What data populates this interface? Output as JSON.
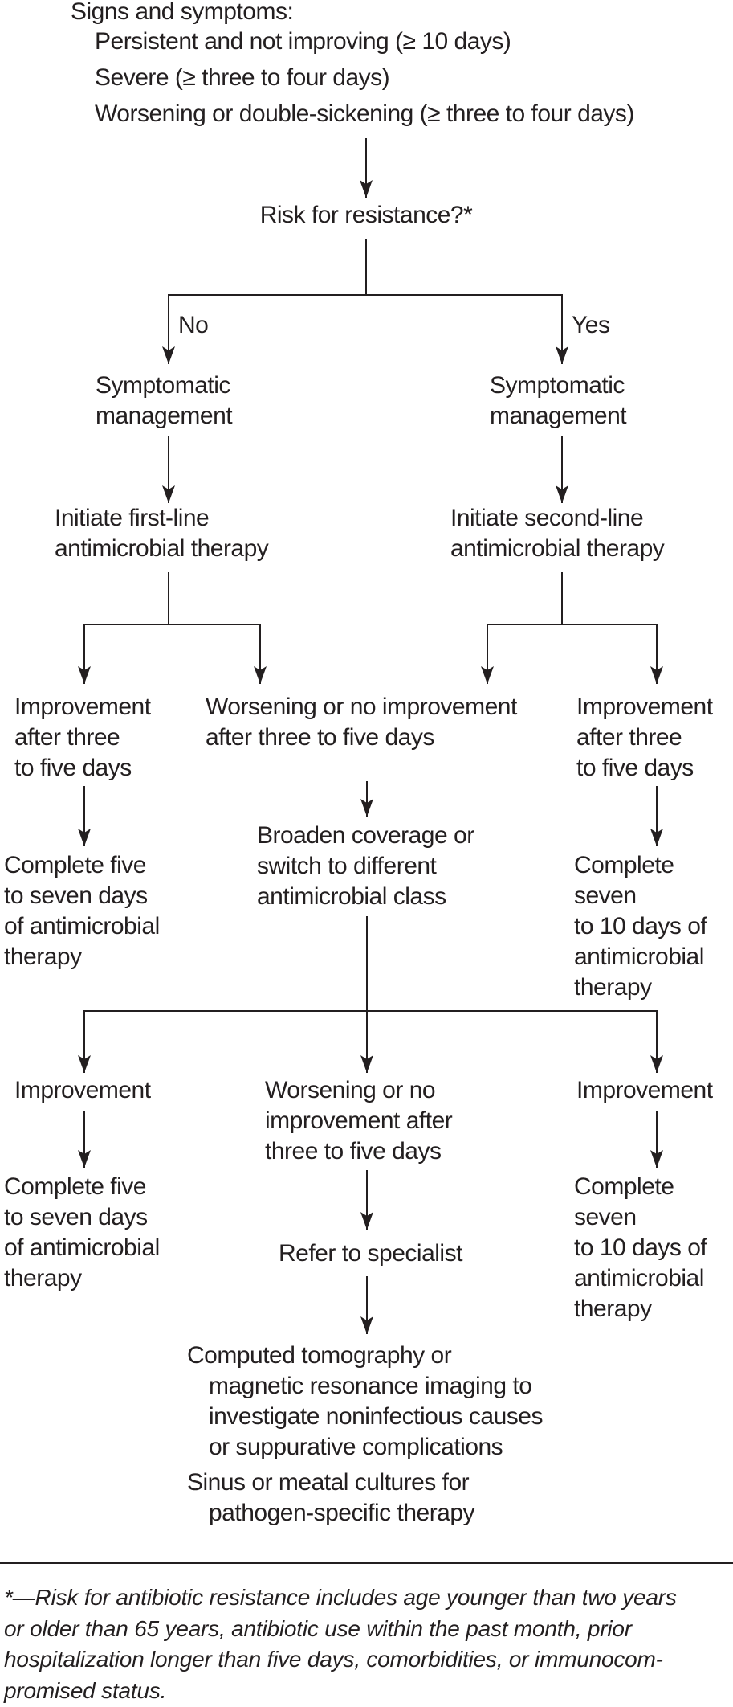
{
  "figure": {
    "background": "#ffffff",
    "text_color": "#231f20",
    "line_color": "#231f20"
  },
  "intro": {
    "title": "Signs and symptoms:",
    "items": [
      "Persistent and not improving (≥ 10 days)",
      "Severe (≥ three to four days)",
      "Worsening or double-sickening (≥ three to four days)"
    ]
  },
  "decision": {
    "question": "Risk for resistance?*",
    "branch_no": "No",
    "branch_yes": "Yes"
  },
  "nodes": {
    "symptomatic_left": "Symptomatic\nmanagement",
    "symptomatic_right": "Symptomatic\nmanagement",
    "initiate_first": "Initiate first-line\nantimicrobial therapy",
    "initiate_second": "Initiate second-line\nantimicrobial therapy",
    "improvement_left_1": "Improvement\nafter three\nto five days",
    "worsening_1": "Worsening or no improvement\nafter three to five days",
    "improvement_right_1": "Improvement\nafter three\nto five days",
    "complete_five_1": "Complete five\nto seven days\nof antimicrobial\ntherapy",
    "broaden": "Broaden coverage or\nswitch to different\nantimicrobial class",
    "complete_seven_1": "Complete seven\nto 10 days of\nantimicrobial\ntherapy",
    "improvement_left_2": "Improvement",
    "worsening_2": "Worsening or no\nimprovement after\nthree to five days",
    "improvement_right_2": "Improvement",
    "complete_five_2": "Complete five\nto seven days\nof antimicrobial\ntherapy",
    "refer": "Refer to specialist",
    "complete_seven_2": "Complete seven\nto 10 days of\nantimicrobial\ntherapy",
    "imaging": "Computed tomography or\nmagnetic resonance imaging to\ninvestigate noninfectious causes\nor suppurative complications",
    "cultures": "Sinus or meatal cultures for\npathogen-specific therapy"
  },
  "footnote": "*—Risk for antibiotic resistance includes age younger than two years\nor older than 65 years, antibiotic use within the past month, prior\nhospitalization longer than five days, comorbidities, or immunocom-\npromised status."
}
